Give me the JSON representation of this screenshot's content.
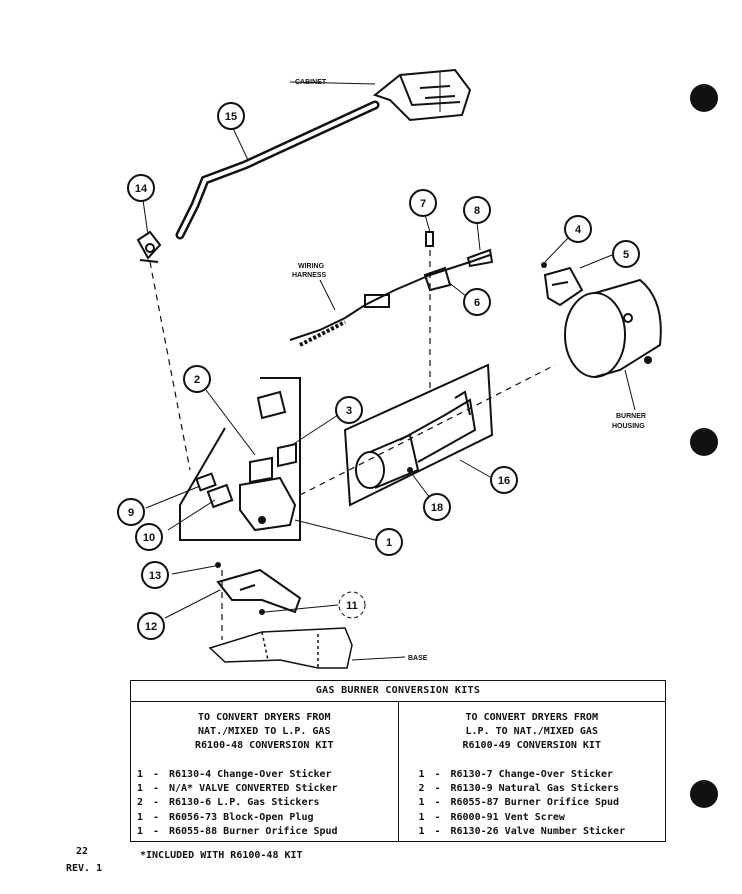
{
  "labels": {
    "cabinet": "CABINET",
    "wiring_harness_1": "WIRING",
    "wiring_harness_2": "HARNESS",
    "burner_housing_1": "BURNER",
    "burner_housing_2": "HOUSING",
    "base": "BASE"
  },
  "callouts": [
    "15",
    "14",
    "7",
    "8",
    "4",
    "5",
    "6",
    "2",
    "3",
    "16",
    "18",
    "9",
    "10",
    "1",
    "13",
    "12",
    "11"
  ],
  "table": {
    "title": "GAS BURNER CONVERSION KITS",
    "left": {
      "header": [
        "TO CONVERT DRYERS FROM",
        "NAT./MIXED TO L.P. GAS",
        "R6100-48 CONVERSION KIT"
      ],
      "items": [
        {
          "qty": "1",
          "desc": "R6130-4 Change-Over Sticker"
        },
        {
          "qty": "1",
          "desc": "N/A* VALVE CONVERTED Sticker"
        },
        {
          "qty": "2",
          "desc": "R6130-6 L.P. Gas Stickers"
        },
        {
          "qty": "1",
          "desc": "R6056-73 Block-Open Plug"
        },
        {
          "qty": "1",
          "desc": "R6055-88 Burner Orifice Spud"
        }
      ]
    },
    "right": {
      "header": [
        "TO CONVERT DRYERS FROM",
        "L.P. TO NAT./MIXED GAS",
        "R6100-49 CONVERSION KIT"
      ],
      "items": [
        {
          "qty": "1",
          "desc": "R6130-7 Change-Over Sticker"
        },
        {
          "qty": "2",
          "desc": "R6130-9 Natural Gas Stickers"
        },
        {
          "qty": "1",
          "desc": "R6055-87 Burner Orifice Spud"
        },
        {
          "qty": "1",
          "desc": "R6000-91 Vent Screw"
        },
        {
          "qty": "1",
          "desc": "R6130-26 Valve Number Sticker"
        }
      ]
    }
  },
  "footnote": "*INCLUDED WITH R6100-48 KIT",
  "page_number": "22",
  "revision": "REV. 1",
  "colors": {
    "ink": "#111111",
    "paper": "#ffffff"
  }
}
